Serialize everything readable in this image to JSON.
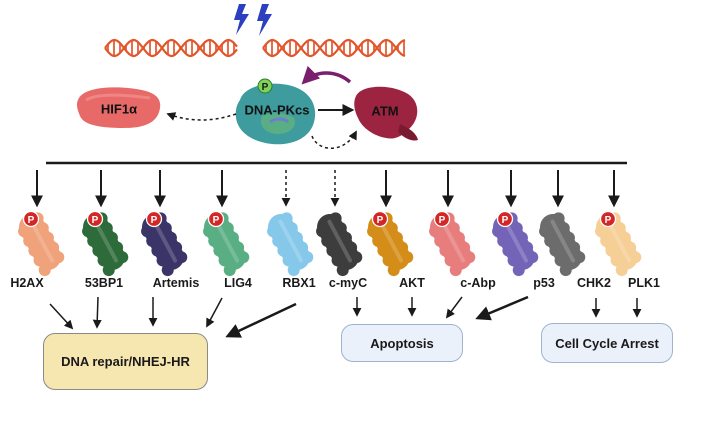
{
  "center": {
    "kinase": "DNA-PKcs",
    "atm": "ATM",
    "hif": "HIF1α",
    "phospho_mark": "P"
  },
  "substrates": [
    {
      "label": "H2AX",
      "color": "#f0a27a",
      "phospho": true,
      "arrow": "solid"
    },
    {
      "label": "53BP1",
      "color": "#2e6b3a",
      "phospho": true,
      "arrow": "solid"
    },
    {
      "label": "Artemis",
      "color": "#3b3468",
      "phospho": true,
      "arrow": "solid"
    },
    {
      "label": "LIG4",
      "color": "#5aae84",
      "phospho": true,
      "arrow": "solid"
    },
    {
      "label": "RBX1",
      "color": "#86c8ea",
      "phospho": false,
      "arrow": "dashed"
    },
    {
      "label": "c-myC",
      "color": "#3d3d3d",
      "phospho": false,
      "arrow": "dashed"
    },
    {
      "label": "AKT",
      "color": "#d58d1a",
      "phospho": true,
      "arrow": "solid"
    },
    {
      "label": "c-Abp",
      "color": "#e77d7d",
      "phospho": true,
      "arrow": "solid"
    },
    {
      "label": "p53",
      "color": "#7464b8",
      "phospho": true,
      "arrow": "solid"
    },
    {
      "label": "CHK2",
      "color": "#6c6c6c",
      "phospho": false,
      "arrow": "solid"
    },
    {
      "label": "PLK1",
      "color": "#f6cf97",
      "phospho": true,
      "arrow": "solid"
    }
  ],
  "outcomes": {
    "dna_repair": "DNA repair/NHEJ-HR",
    "apoptosis": "Apoptosis",
    "cell_cycle": "Cell Cycle Arrest"
  },
  "colors": {
    "dna_strand": "#e2562c",
    "lightning": "#2b3fbf",
    "pk_body": "#3e9c9e",
    "atm_body": "#9c2440",
    "hif_body": "#e86a68",
    "phospho_badge": "#d32626",
    "pk_phospho_badge": "#7fd35a",
    "feedback_arrow": "#7a1e6e"
  }
}
